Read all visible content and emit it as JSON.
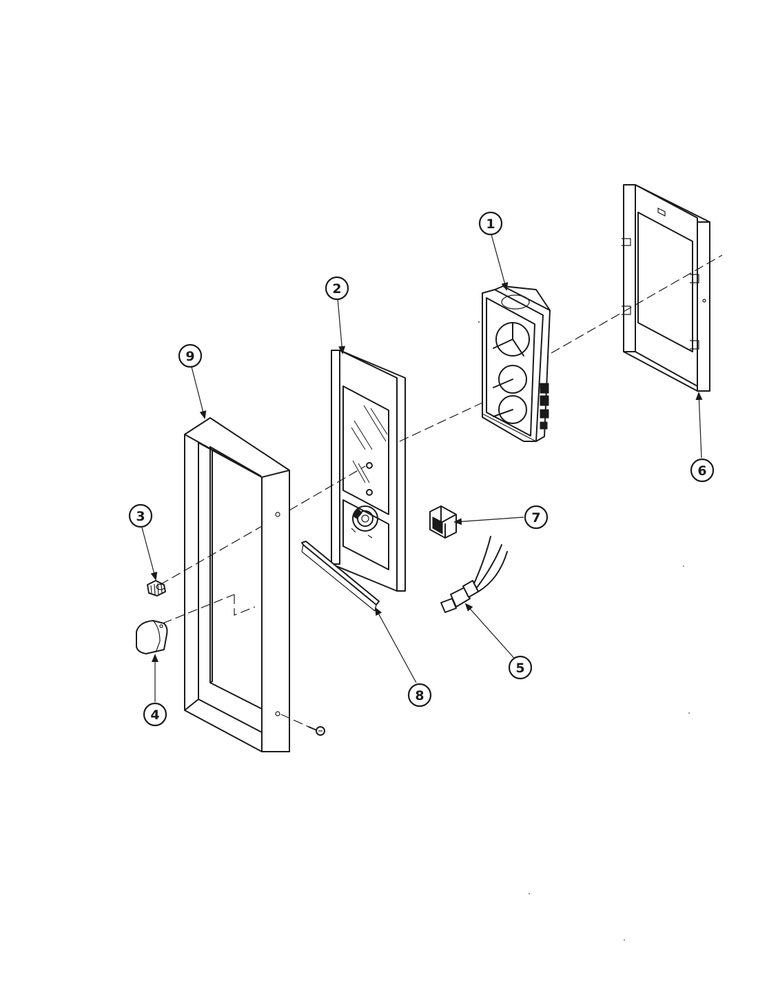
{
  "diagram": {
    "callouts": [
      {
        "id": "1"
      },
      {
        "id": "2"
      },
      {
        "id": "3"
      },
      {
        "id": "4"
      },
      {
        "id": "5"
      },
      {
        "id": "6"
      },
      {
        "id": "7"
      },
      {
        "id": "8"
      },
      {
        "id": "9"
      }
    ]
  }
}
